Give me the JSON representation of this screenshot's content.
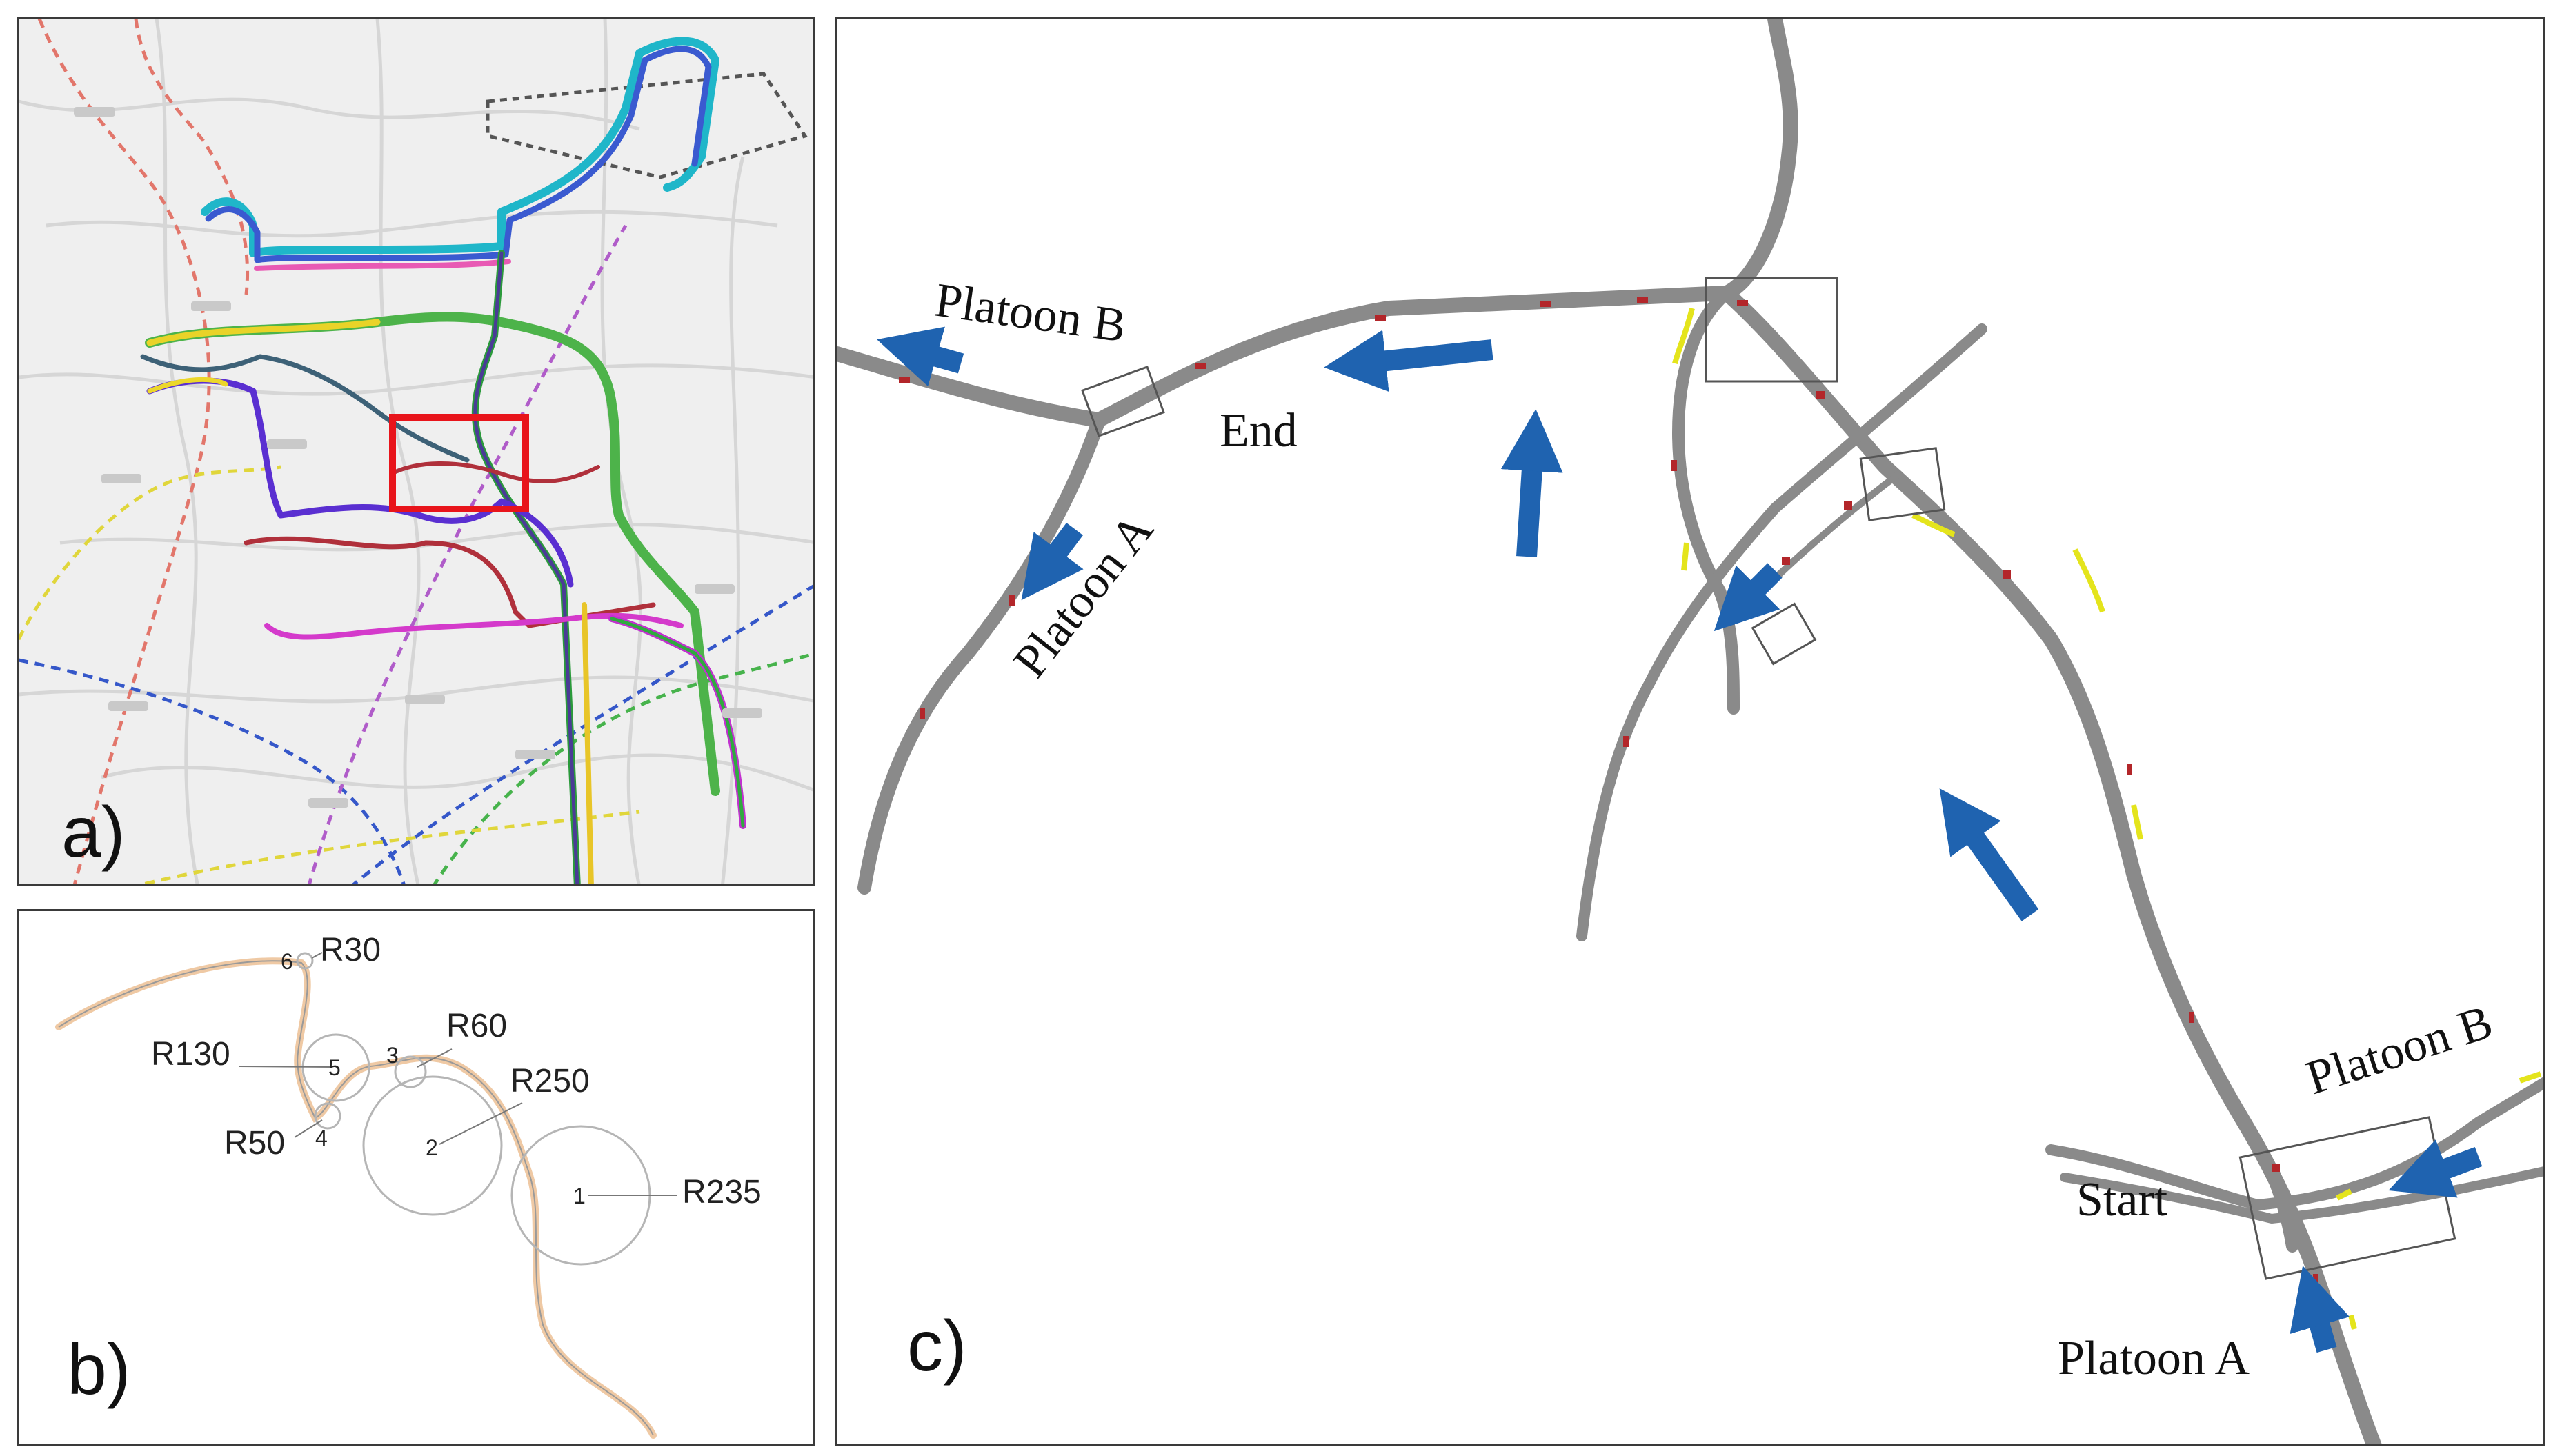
{
  "panel_a": {
    "letter": "a)"
  },
  "panel_b": {
    "letter": "b)",
    "curves": [
      {
        "num": "1",
        "radius": "R235"
      },
      {
        "num": "2",
        "radius": "R250"
      },
      {
        "num": "3",
        "radius": "R60"
      },
      {
        "num": "4",
        "radius": "R50"
      },
      {
        "num": "5",
        "radius": "R130"
      },
      {
        "num": "6",
        "radius": "R30"
      }
    ]
  },
  "panel_c": {
    "letter": "c)",
    "labels": {
      "platoon_b_end": "Platoon B",
      "platoon_a_end": "Platoon A",
      "end": "End",
      "start": "Start",
      "platoon_b_start": "Platoon B",
      "platoon_a_start": "Platoon A"
    }
  },
  "colors": {
    "road": "#8a8a8a",
    "arrow": "#1f63b0",
    "highlight_box": "#e8141b",
    "conflict": "#b3262a",
    "yield": "#e4e41c"
  }
}
